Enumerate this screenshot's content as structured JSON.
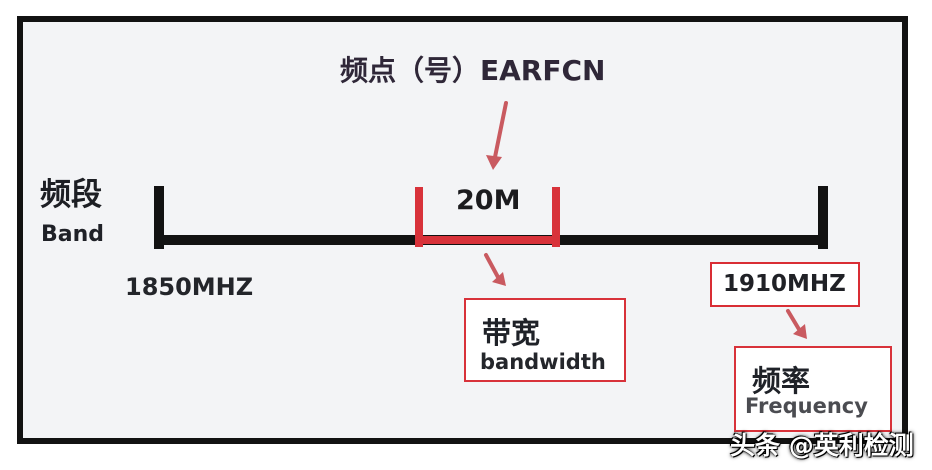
{
  "diagram": {
    "title": "频点（号）EARFCN",
    "band": {
      "chinese": "频段",
      "english": "Band"
    },
    "frequency_left": "1850MHZ",
    "frequency_right": "1910MHZ",
    "bandwidth_marker": "20M",
    "bandwidth_box": {
      "chinese": "带宽",
      "english": "bandwidth"
    },
    "frequency_box": {
      "chinese": "频率",
      "english": "Frequency"
    }
  },
  "watermark": "头条 @英利检测",
  "colors": {
    "frame": "#121212",
    "highlight": "#d8323a",
    "text": "#202126"
  }
}
